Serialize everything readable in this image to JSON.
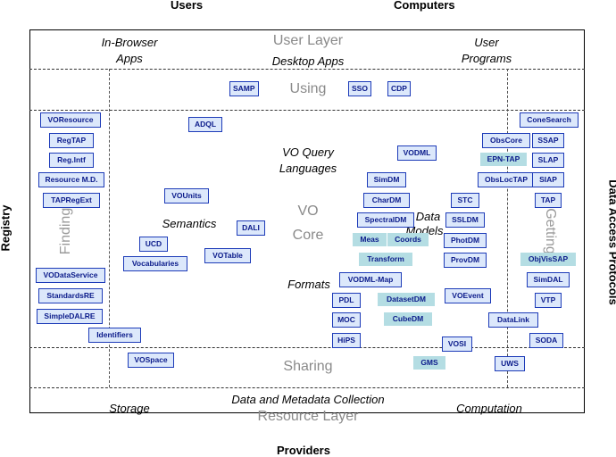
{
  "top": {
    "users": "Users",
    "computers": "Computers"
  },
  "bottom": {
    "providers": "Providers"
  },
  "side": {
    "registry": "Registry",
    "data_access_protocols": "Data Access Protocols"
  },
  "layers": {
    "user_layer": "User Layer",
    "using": "Using",
    "vo_core_1": "VO",
    "vo_core_2": "Core",
    "sharing": "Sharing",
    "resource_layer": "Resource Layer",
    "finding": "Finding",
    "getting": "Getting"
  },
  "labels": {
    "in_browser_1": "In-Browser",
    "in_browser_2": "Apps",
    "desktop_apps": "Desktop Apps",
    "user_programs_1": "User",
    "user_programs_2": "Programs",
    "vo_query_1": "VO Query",
    "vo_query_2": "Languages",
    "semantics": "Semantics",
    "data_models_1": "Data",
    "data_models_2": "Models",
    "formats": "Formats",
    "storage": "Storage",
    "data_metadata": "Data and Metadata Collection",
    "computation": "Computation"
  },
  "standards": {
    "samp": "SAMP",
    "sso": "SSO",
    "cdp": "CDP",
    "voresource": "VOResource",
    "regtap": "RegTAP",
    "regintf": "Reg.Intf",
    "resource_md": "Resource M.D.",
    "tapregext": "TAPRegExt",
    "vodataservice": "VODataService",
    "standardsre": "StandardsRE",
    "simpledalre": "SimpleDALRE",
    "identifiers": "Identifiers",
    "adql": "ADQL",
    "vounits": "VOUnits",
    "ucd": "UCD",
    "vocabularies": "Vocabularies",
    "dali": "DALI",
    "votable": "VOTable",
    "vodml": "VODML",
    "simdm": "SimDM",
    "chardm": "CharDM",
    "spectraldm": "SpectralDM",
    "stc": "STC",
    "ssldm": "SSLDM",
    "photdm": "PhotDM",
    "provdm": "ProvDM",
    "meas": "Meas",
    "coords": "Coords",
    "transform": "Transform",
    "vodml_map": "VODML-Map",
    "pdl": "PDL",
    "datasetdm": "DatasetDM",
    "moc": "MOC",
    "cubedm": "CubeDM",
    "hips": "HiPS",
    "voevent": "VOEvent",
    "vosi": "VOSI",
    "gms": "GMS",
    "vospace": "VOSpace",
    "uws": "UWS",
    "obscore": "ObsCore",
    "epn_tap": "EPN-TAP",
    "obsloctap": "ObsLocTAP",
    "conesearch": "ConeSearch",
    "ssap": "SSAP",
    "slap": "SLAP",
    "siap": "SIAP",
    "tap": "TAP",
    "objvissap": "ObjVisSAP",
    "simdal": "SimDAL",
    "vtp": "VTP",
    "datalink": "DataLink",
    "soda": "SODA"
  }
}
